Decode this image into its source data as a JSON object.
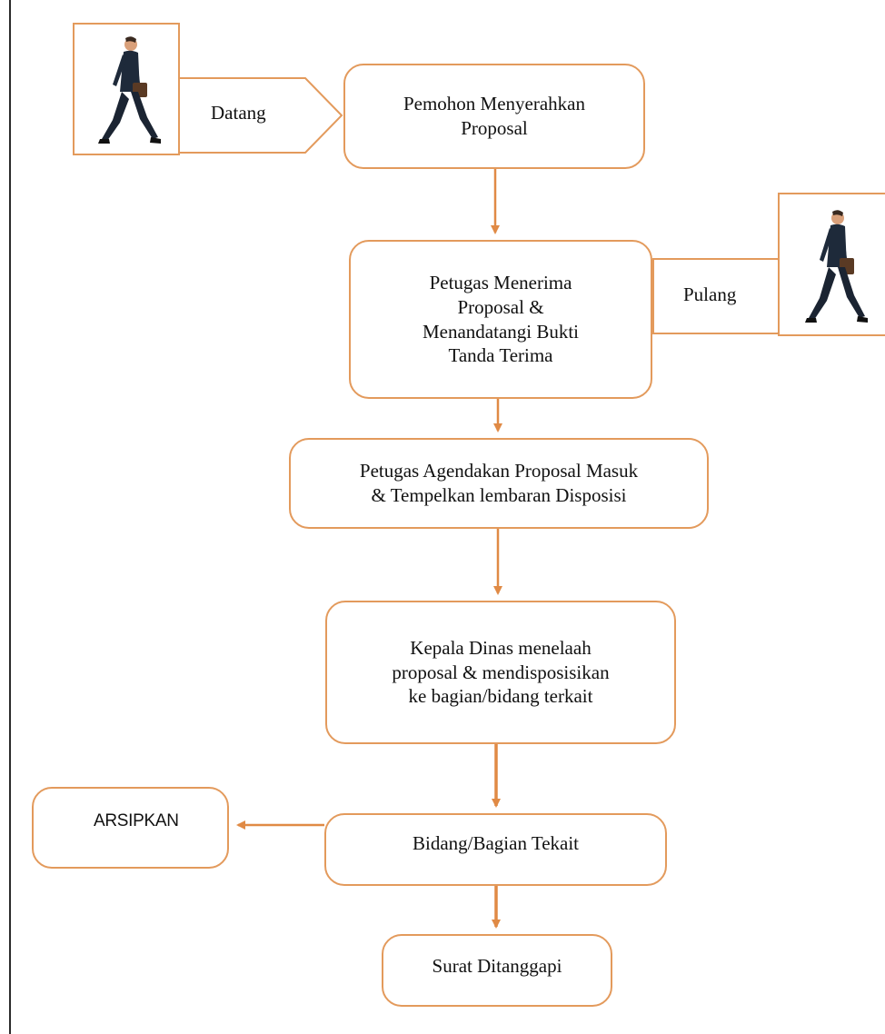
{
  "diagram": {
    "accent_color": "#e39a5c",
    "arrow_color": "#e08a45",
    "nodes": {
      "pemohon": "Pemohon Menyerahkan\nProposal",
      "petugas_menerima": "Petugas Menerima\nProposal  &\nMenandatangi Bukti\nTanda Terima",
      "petugas_agendakan": "Petugas Agendakan Proposal  Masuk\n& Tempelkan lembaran Disposisi",
      "kepala_dinas": "Kepala Dinas  menelaah\nproposal & mendisposisikan\nke bagian/bidang terkait",
      "bidang": "Bidang/Bagian Tekait",
      "arsipkan": "ARSIPKAN",
      "surat": "Surat Ditanggapi"
    },
    "labels": {
      "datang": "Datang",
      "pulang": "Pulang"
    },
    "icons": {
      "arrival_person": "walking-businessman-icon",
      "departure_person": "walking-businessman-icon"
    }
  }
}
